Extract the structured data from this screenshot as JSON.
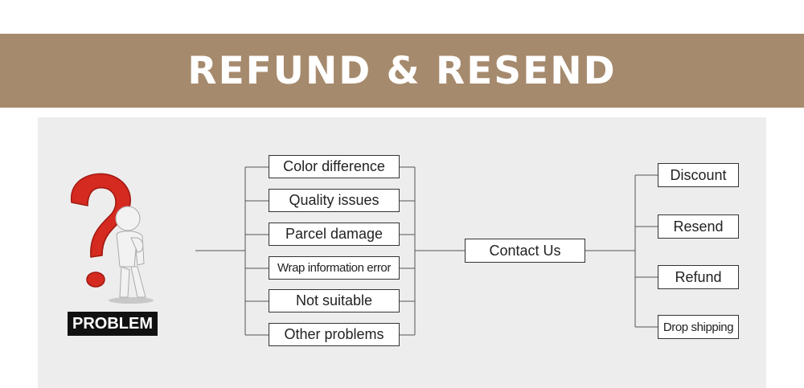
{
  "banner": {
    "title": "REFUND & RESEND"
  },
  "figure": {
    "label": "PROBLEM"
  },
  "problems": [
    "Color difference",
    "Quality issues",
    "Parcel damage",
    "Wrap information error",
    "Not suitable",
    "Other problems"
  ],
  "center": {
    "label": "Contact Us"
  },
  "solutions": [
    "Discount",
    "Resend",
    "Refund",
    "Drop shipping"
  ],
  "colors": {
    "banner": "#a68a6d",
    "panel": "#ededed",
    "question_mark": "#d42a20"
  }
}
